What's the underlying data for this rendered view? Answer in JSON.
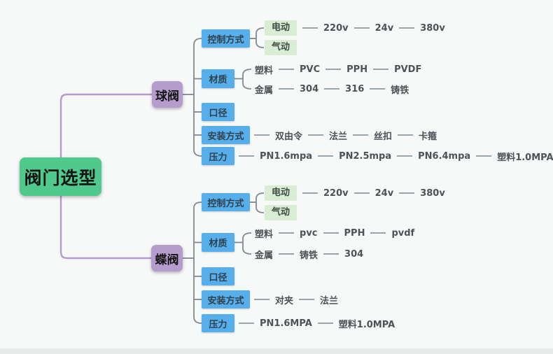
{
  "colors": {
    "page_bg": "#f7f8f8",
    "strip_bg": "#e8eaea",
    "root_bg": "#4fc98c",
    "branch_bg": "#b59ccd",
    "topic_bg": "#56aeeb",
    "leaf_box_bg": "#d9ecd4",
    "line_purple": "#b49bce",
    "line_gray": "#7f8a92",
    "chain_gray": "#9aa4ab",
    "node_text": "#141414",
    "topic_text": "#30414e",
    "leaf_box_text": "#3f4d44",
    "leaf_text": "#4d5257"
  },
  "root": {
    "label": "阀门选型"
  },
  "branches": [
    {
      "label": "球阀",
      "topics": [
        {
          "label": "控制方式",
          "rows": [
            {
              "head": "电动",
              "boxed": true,
              "items": [
                "220v",
                "24v",
                "380v"
              ]
            },
            {
              "head": "气动",
              "boxed": true,
              "items": []
            }
          ]
        },
        {
          "label": "材质",
          "rows": [
            {
              "head": "塑料",
              "boxed": false,
              "items": [
                "PVC",
                "PPH",
                "PVDF"
              ]
            },
            {
              "head": "金属",
              "boxed": false,
              "items": [
                "304",
                "316",
                "铸铁"
              ]
            }
          ]
        },
        {
          "label": "口径",
          "rows": []
        },
        {
          "label": "安装方式",
          "rows": [
            {
              "head": "双由令",
              "boxed": false,
              "items": [
                "法兰",
                "丝扣",
                "卡箍"
              ]
            }
          ]
        },
        {
          "label": "压力",
          "rows": [
            {
              "head": "PN1.6mpa",
              "boxed": false,
              "items": [
                "PN2.5mpa",
                "PN6.4mpa",
                "塑料1.0MPA"
              ]
            }
          ]
        }
      ]
    },
    {
      "label": "蝶阀",
      "topics": [
        {
          "label": "控制方式",
          "rows": [
            {
              "head": "电动",
              "boxed": true,
              "items": [
                "220v",
                "24v",
                "380v"
              ]
            },
            {
              "head": "气动",
              "boxed": true,
              "items": []
            }
          ]
        },
        {
          "label": "材质",
          "rows": [
            {
              "head": "塑料",
              "boxed": false,
              "items": [
                "pvc",
                "PPH",
                "pvdf"
              ]
            },
            {
              "head": "金属",
              "boxed": false,
              "items": [
                "铸铁",
                "304"
              ]
            }
          ]
        },
        {
          "label": "口径",
          "rows": []
        },
        {
          "label": "安装方式",
          "rows": [
            {
              "head": "对夹",
              "boxed": false,
              "items": [
                "法兰"
              ]
            }
          ]
        },
        {
          "label": "压力",
          "rows": [
            {
              "head": "PN1.6MPA",
              "boxed": false,
              "items": [
                "塑料1.0MPA"
              ]
            }
          ]
        }
      ]
    }
  ]
}
